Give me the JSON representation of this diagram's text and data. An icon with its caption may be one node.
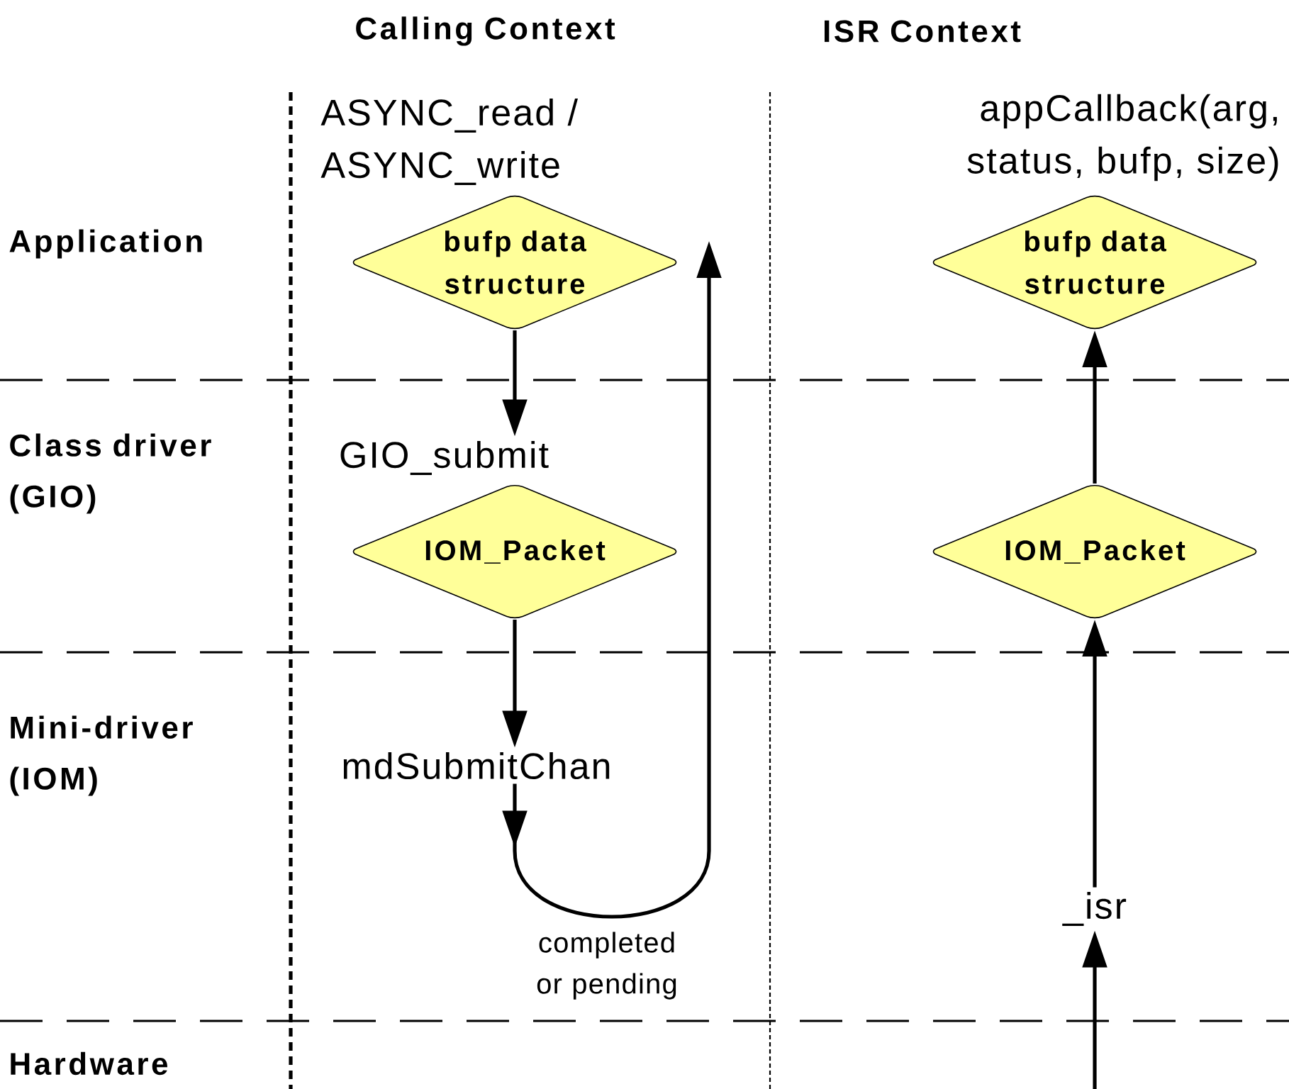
{
  "diagram": {
    "nodes": [
      {
        "text": [
          "bufp data structure"
        ]
      },
      {
        "text": [
          "GIO_submit"
        ]
      },
      {
        "text": [
          "IOM_Packet"
        ]
      },
      {
        "text": [
          "mdSubmitChan"
        ]
      },
      {
        "text": [
          "bufp data structure"
        ]
      },
      {
        "text": [
          "IOM_Packet"
        ]
      },
      {
        "text": [
          "_isr"
        ]
      }
    ],
    "edges": [
      {
        "from": 0,
        "to": 1,
        "arrow": "to"
      },
      {
        "from": 2,
        "to": 3,
        "arrow": "to"
      },
      {
        "from": 3,
        "to": null,
        "arrow": "to",
        "label": "completed or pending"
      },
      {
        "from": null,
        "to": 6,
        "arrow": "to"
      },
      {
        "from": 6,
        "to": 5,
        "arrow": "to"
      },
      {
        "from": 5,
        "to": 4,
        "arrow": "to"
      }
    ],
    "labels": [
      "Calling Context",
      "ISR Context",
      "ASYNC_read / ASYNC_write",
      "appCallback(arg, status, bufp, size)",
      "Application",
      "Class driver (GIO)",
      "Mini-driver (IOM)",
      "Hardware"
    ]
  }
}
